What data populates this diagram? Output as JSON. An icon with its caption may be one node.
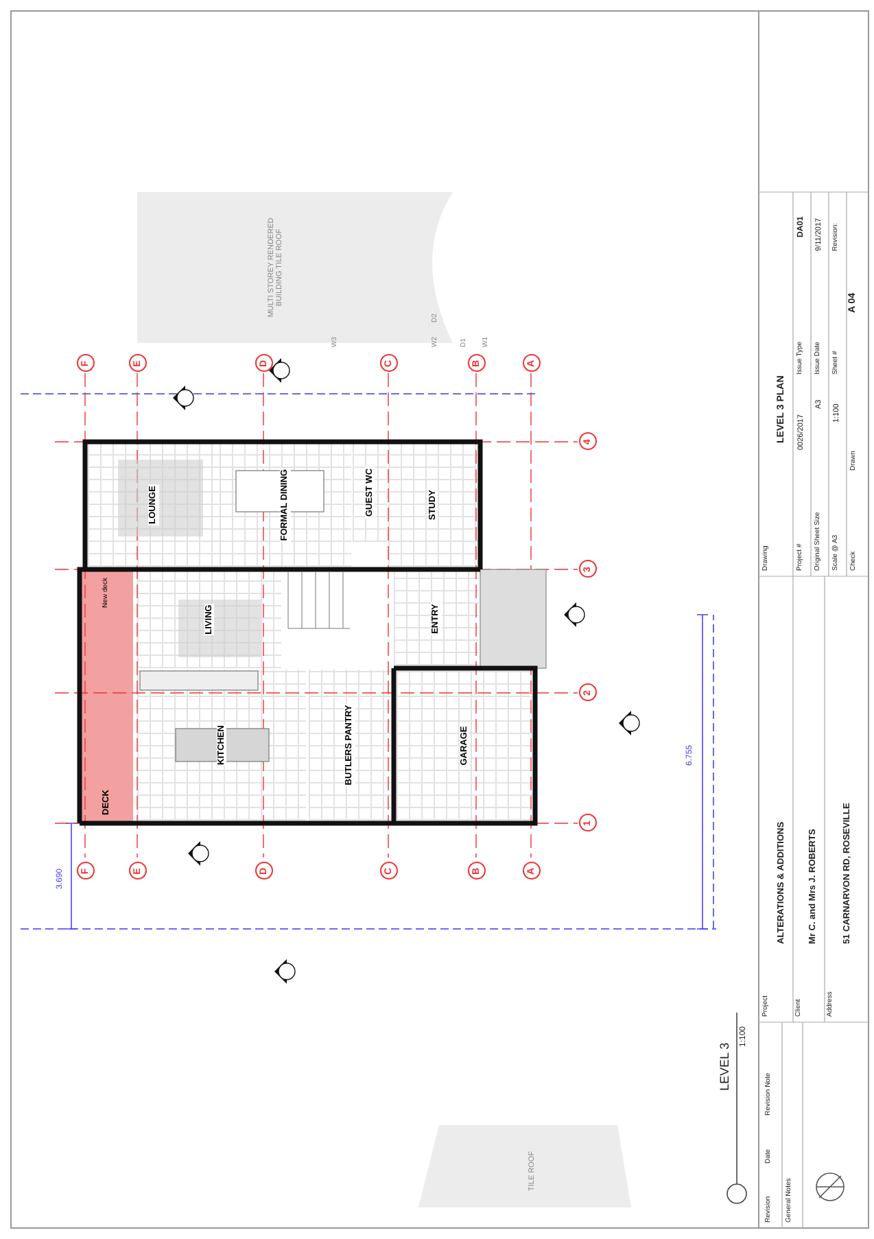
{
  "diagram": {
    "nodes": [
      {
        "text": [
          "LOUNGE"
        ]
      },
      {
        "text": [
          "FORMAL DINING"
        ]
      },
      {
        "text": [
          "GUEST WC"
        ]
      },
      {
        "text": [
          "STUDY"
        ]
      },
      {
        "text": [
          "LIVING"
        ]
      },
      {
        "text": [
          "KITCHEN"
        ]
      },
      {
        "text": [
          "BUTLERS PANTRY"
        ]
      },
      {
        "text": [
          "ENTRY"
        ]
      },
      {
        "text": [
          "GARAGE"
        ]
      },
      {
        "text": [
          "DECK",
          "New deck"
        ]
      },
      {
        "text": [
          "F"
        ]
      },
      {
        "text": [
          "E"
        ]
      },
      {
        "text": [
          "D"
        ]
      },
      {
        "text": [
          "C"
        ]
      },
      {
        "text": [
          "B"
        ]
      },
      {
        "text": [
          "A"
        ]
      },
      {
        "text": [
          "4"
        ]
      },
      {
        "text": [
          "3"
        ]
      },
      {
        "text": [
          "2"
        ]
      },
      {
        "text": [
          "1"
        ]
      },
      {
        "text": [
          "F"
        ]
      },
      {
        "text": [
          "E"
        ]
      },
      {
        "text": [
          "D"
        ]
      },
      {
        "text": [
          "C"
        ]
      },
      {
        "text": [
          "B"
        ]
      },
      {
        "text": [
          "A"
        ]
      }
    ],
    "labels": [
      "MULTI STOREY RENDERED BUILDING TILE ROOF",
      "W3",
      "W2",
      "D2",
      "D1",
      "W1",
      "6.755",
      "3.690",
      "TILE ROOF",
      "LEVEL 3",
      "1:100",
      "Revision",
      "Date",
      "Revision Note",
      "General Notes",
      "Project",
      "ALTERATIONS & ADDITIONS",
      "Client",
      "Mr C. and Mrs J. ROBERTS",
      "Address",
      "51 CARNARVON RD, ROSEVILLE",
      "Drawing",
      "LEVEL 3 PLAN",
      "Project #",
      "0026/2017",
      "Issue Type",
      "DA01",
      "Original Sheet Size",
      "A3",
      "Issue Date",
      "9/11/2017",
      "Scale @ A3",
      "1:100",
      "Sheet #",
      "A 04",
      "Revision:",
      "Check",
      "Drawn"
    ]
  }
}
